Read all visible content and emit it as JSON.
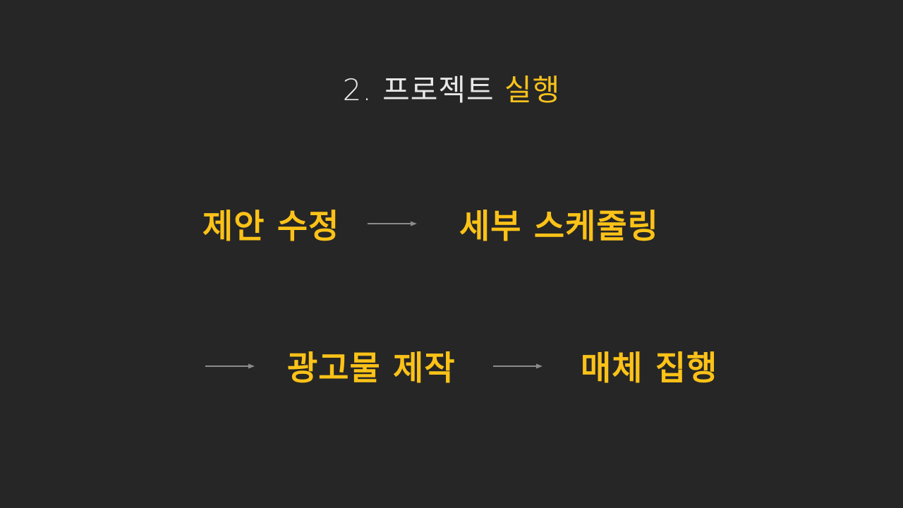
{
  "slide": {
    "title_number": "2.",
    "title_main": "프로젝트",
    "title_accent": "실행"
  },
  "flow": {
    "steps": [
      "제안 수정",
      "세부 스케줄링",
      "광고물 제작",
      "매체 집행"
    ]
  },
  "colors": {
    "background": "#262626",
    "accent": "#fcc218",
    "title_text": "#e8e8e8",
    "arrow": "#8c8c8c"
  }
}
